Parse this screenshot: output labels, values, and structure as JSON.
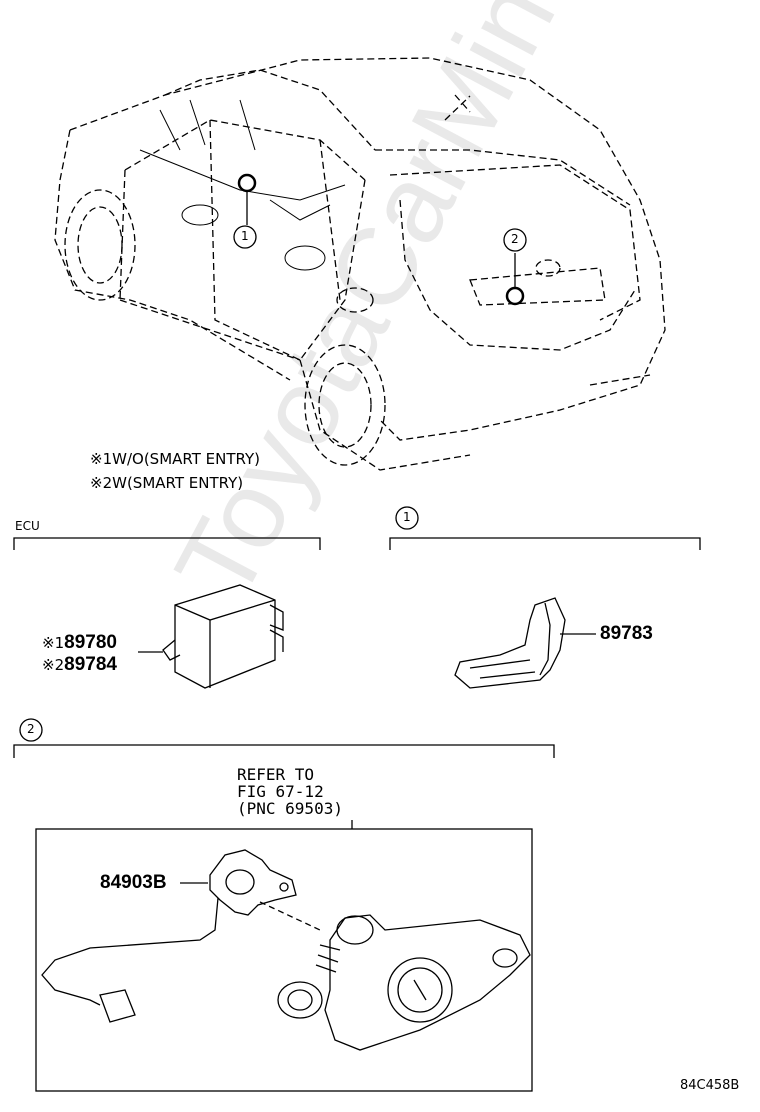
{
  "notes": [
    {
      "mark": "※1",
      "text": "W/O(SMART ENTRY)"
    },
    {
      "mark": "※2",
      "text": "W(SMART ENTRY)"
    }
  ],
  "callouts": {
    "one": "1",
    "two": "2"
  },
  "sections": {
    "ecu_label": "ECU",
    "ecu_parts": [
      {
        "mark": "※1",
        "number": "89780"
      },
      {
        "mark": "※2",
        "number": "89784"
      }
    ],
    "section1_part": "89783",
    "section2_refer": [
      "REFER TO",
      "FIG 67-12",
      "(PNC 69503)"
    ],
    "section2_part": "84903B"
  },
  "watermark": "ToyotaCarMine.ru",
  "diagram_code": "84C458B"
}
